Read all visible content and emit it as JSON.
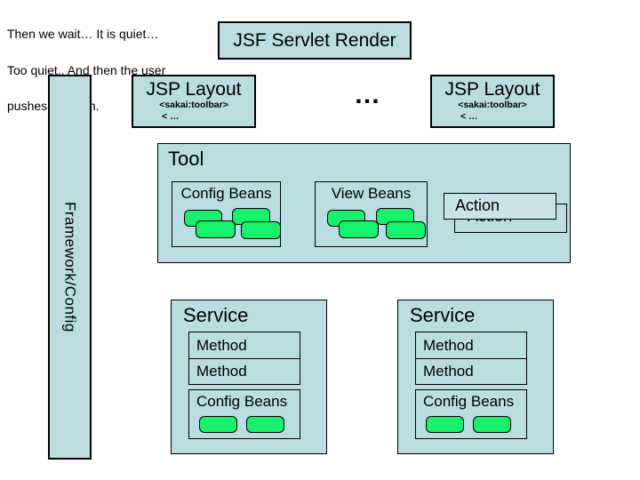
{
  "narration": {
    "lines": [
      "Then we wait…  It is quiet…",
      "Too quiet.. And then  the user",
      "pushes a button."
    ]
  },
  "header": {
    "title": "JSF Servlet Render"
  },
  "framework_bar": {
    "label": "Framework/Config"
  },
  "ellipsis": "…",
  "jsp_layouts": [
    {
      "title": "JSP Layout",
      "tag_line1": "<sakai:toolbar>",
      "tag_line2": "< …"
    },
    {
      "title": "JSP Layout",
      "tag_line1": "<sakai:toolbar>",
      "tag_line2": "< …"
    }
  ],
  "tool": {
    "title": "Tool",
    "config_beans": {
      "title": "Config Beans",
      "bean_count": 4
    },
    "view_beans": {
      "title": "View Beans",
      "bean_count": 4
    },
    "action_front_label": "Action",
    "action_back_label": "Action"
  },
  "services": [
    {
      "title": "Service",
      "methods": [
        "Method",
        "Method"
      ],
      "config_beans": {
        "title": "Config Beans",
        "bean_count": 2
      }
    },
    {
      "title": "Service",
      "methods": [
        "Method",
        "Method"
      ],
      "config_beans": {
        "title": "Config Beans",
        "bean_count": 2
      }
    }
  ],
  "colors": {
    "box_fill": "#badde2",
    "action_front_fill": "#c9e3e6",
    "bean_fill": "#17f16c",
    "line": "#000000",
    "background": "#ffffff"
  }
}
